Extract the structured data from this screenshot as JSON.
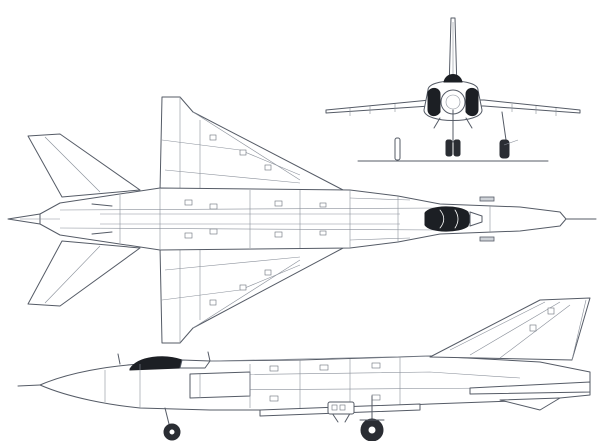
{
  "drawing": {
    "views": [
      "top-view",
      "front-view",
      "side-view"
    ],
    "colors": {
      "line": "#555b66",
      "fill": "#ffffff",
      "canopy": "#1c1f24",
      "tire": "#2a2d33"
    }
  }
}
